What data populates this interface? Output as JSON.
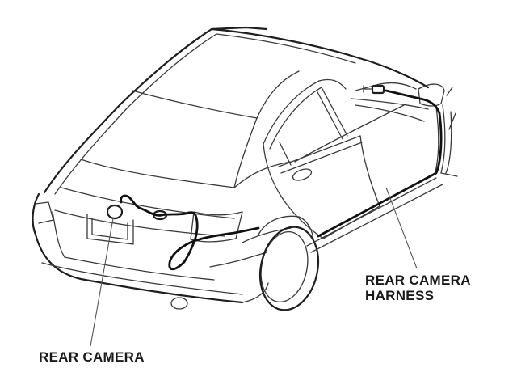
{
  "diagram": {
    "subject": "Sedan rear three-quarter view with rear door open",
    "labels": {
      "rear_camera": "REAR CAMERA",
      "harness_line1": "REAR CAMERA",
      "harness_line2": "HARNESS"
    },
    "colors": {
      "line": "#3a3a3a",
      "harness": "#111111",
      "text": "#1a1a1a",
      "background": "#ffffff"
    }
  }
}
